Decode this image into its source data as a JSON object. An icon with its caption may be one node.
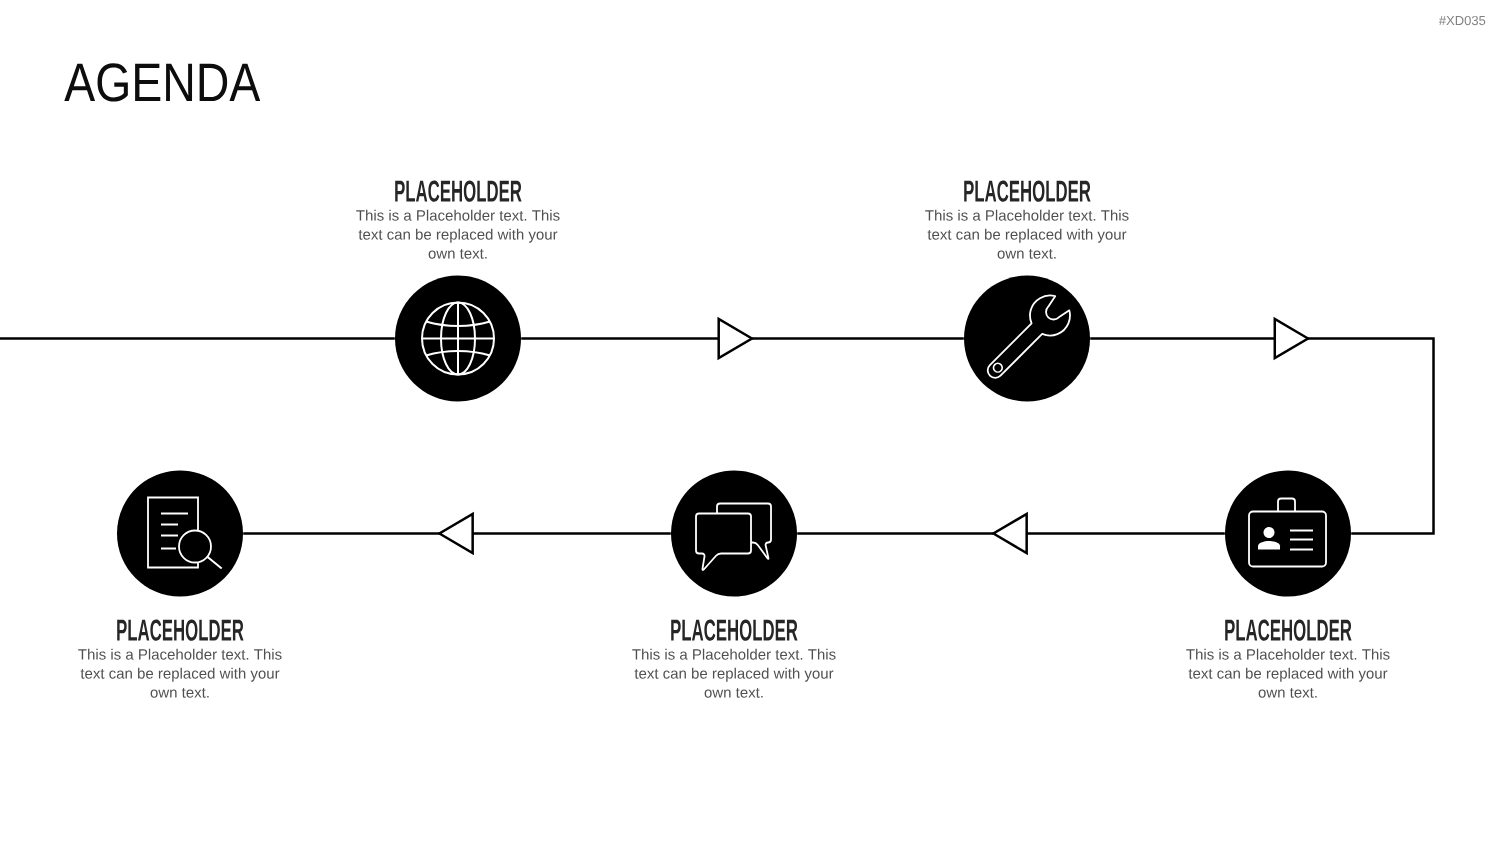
{
  "diagram": {
    "title": "AGENDA",
    "nodes": [
      {
        "text": [
          "PLACEHOLDER",
          "This is a Placeholder text. This text can be replaced with your own text."
        ]
      },
      {
        "text": [
          "PLACEHOLDER",
          "This is a Placeholder text. This text can be replaced with your own text."
        ]
      },
      {
        "text": [
          "PLACEHOLDER",
          "This is a Placeholder text. This text can be replaced with your own text."
        ]
      },
      {
        "text": [
          "PLACEHOLDER",
          "This is a Placeholder text. This text can be replaced with your own text."
        ]
      },
      {
        "text": [
          "PLACEHOLDER",
          "This is a Placeholder text. This text can be replaced with your own text."
        ]
      }
    ],
    "edges": [
      {
        "from": null,
        "to": 0,
        "arrow": "none"
      },
      {
        "from": 0,
        "to": 1,
        "arrow": "to"
      },
      {
        "from": 1,
        "to": 4,
        "arrow": "to"
      },
      {
        "from": 4,
        "to": 3,
        "arrow": "to"
      },
      {
        "from": 3,
        "to": 2,
        "arrow": "to"
      }
    ],
    "labels": [
      "#XD035"
    ]
  }
}
